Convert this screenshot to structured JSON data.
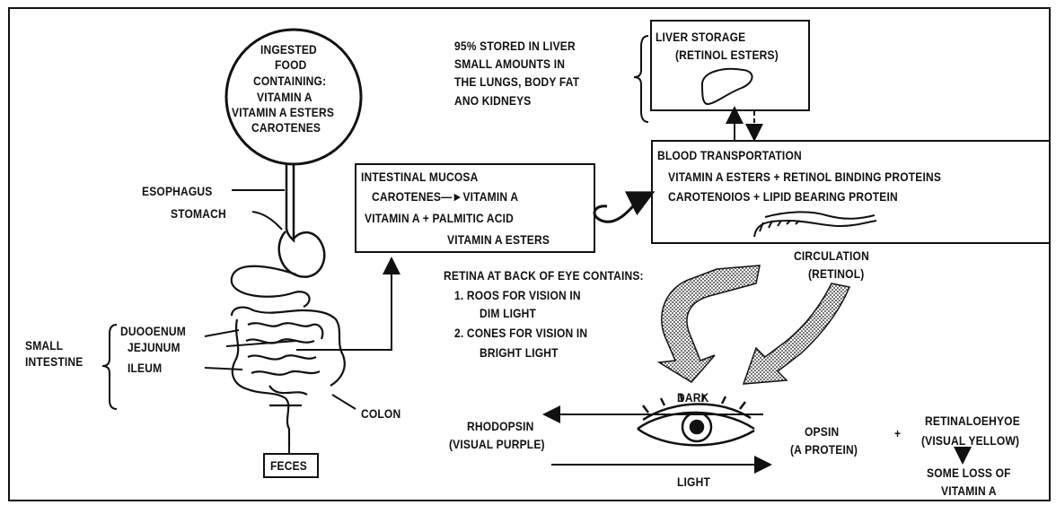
{
  "ingested": [
    "INGESTED",
    "FOOD",
    "CONTAINING:",
    "VITAMIN A",
    "VITAMIN A ESTERS",
    "CAROTENES"
  ],
  "digestive": {
    "esophagus": "ESOPHAGUS",
    "stomach": "STOMACH",
    "small_intestine": [
      "SMALL",
      "INTESTINE"
    ],
    "duodenum": "DUOOENUM",
    "jejunum": "JEJUNUM",
    "ileum": "ILEUM",
    "colon": "COLON",
    "feces": "FECES"
  },
  "liver_note": [
    "95% STORED IN LIVER",
    "SMALL AMOUNTS IN",
    "THE LUNGS, BODY FAT",
    "ANO KIDNEYS"
  ],
  "liver_storage": {
    "title": "LIVER STORAGE",
    "subtitle": "(RETINOL ESTERS)"
  },
  "intestinal_mucosa": {
    "title": "INTESTINAL MUCOSA",
    "line1": "CAROTENES—►VITAMIN A",
    "line2": "VITAMIN A + PALMITIC ACID",
    "line3": "VITAMIN A ESTERS"
  },
  "blood": {
    "title": "BLOOD TRANSPORTATION",
    "line1": "VITAMIN A ESTERS + RETINOL BINDING PROTEINS",
    "line2": "CAROTENOIOS + LIPID BEARING PROTEIN"
  },
  "circulation": [
    "CIRCULATION",
    "(RETINOL)"
  ],
  "retina": {
    "title": "RETINA AT BACK OF EYE CONTAINS:",
    "item1a": "1.  ROOS FOR VISION IN",
    "item1b": "DIM LIGHT",
    "item2a": "2.  CONES FOR VISION IN",
    "item2b": "BRIGHT LIGHT"
  },
  "eye_cycle": {
    "dark": "DARK",
    "light": "LIGHT",
    "rhodopsin": [
      "RHODOPSIN",
      "(VISUAL PURPLE)"
    ],
    "opsin": [
      "OPSIN",
      "(A PROTEIN)"
    ],
    "plus": "+",
    "retinal": [
      "RETINALOEHYOE",
      "(VISUAL YELLOW)"
    ],
    "loss": [
      "SOME LOSS OF",
      "VITAMIN A"
    ]
  },
  "icons": [
    "stomach-icon",
    "intestine-icon",
    "liver-icon",
    "blood-vessel-icon",
    "eye-icon",
    "stippled-arrow-icon"
  ]
}
